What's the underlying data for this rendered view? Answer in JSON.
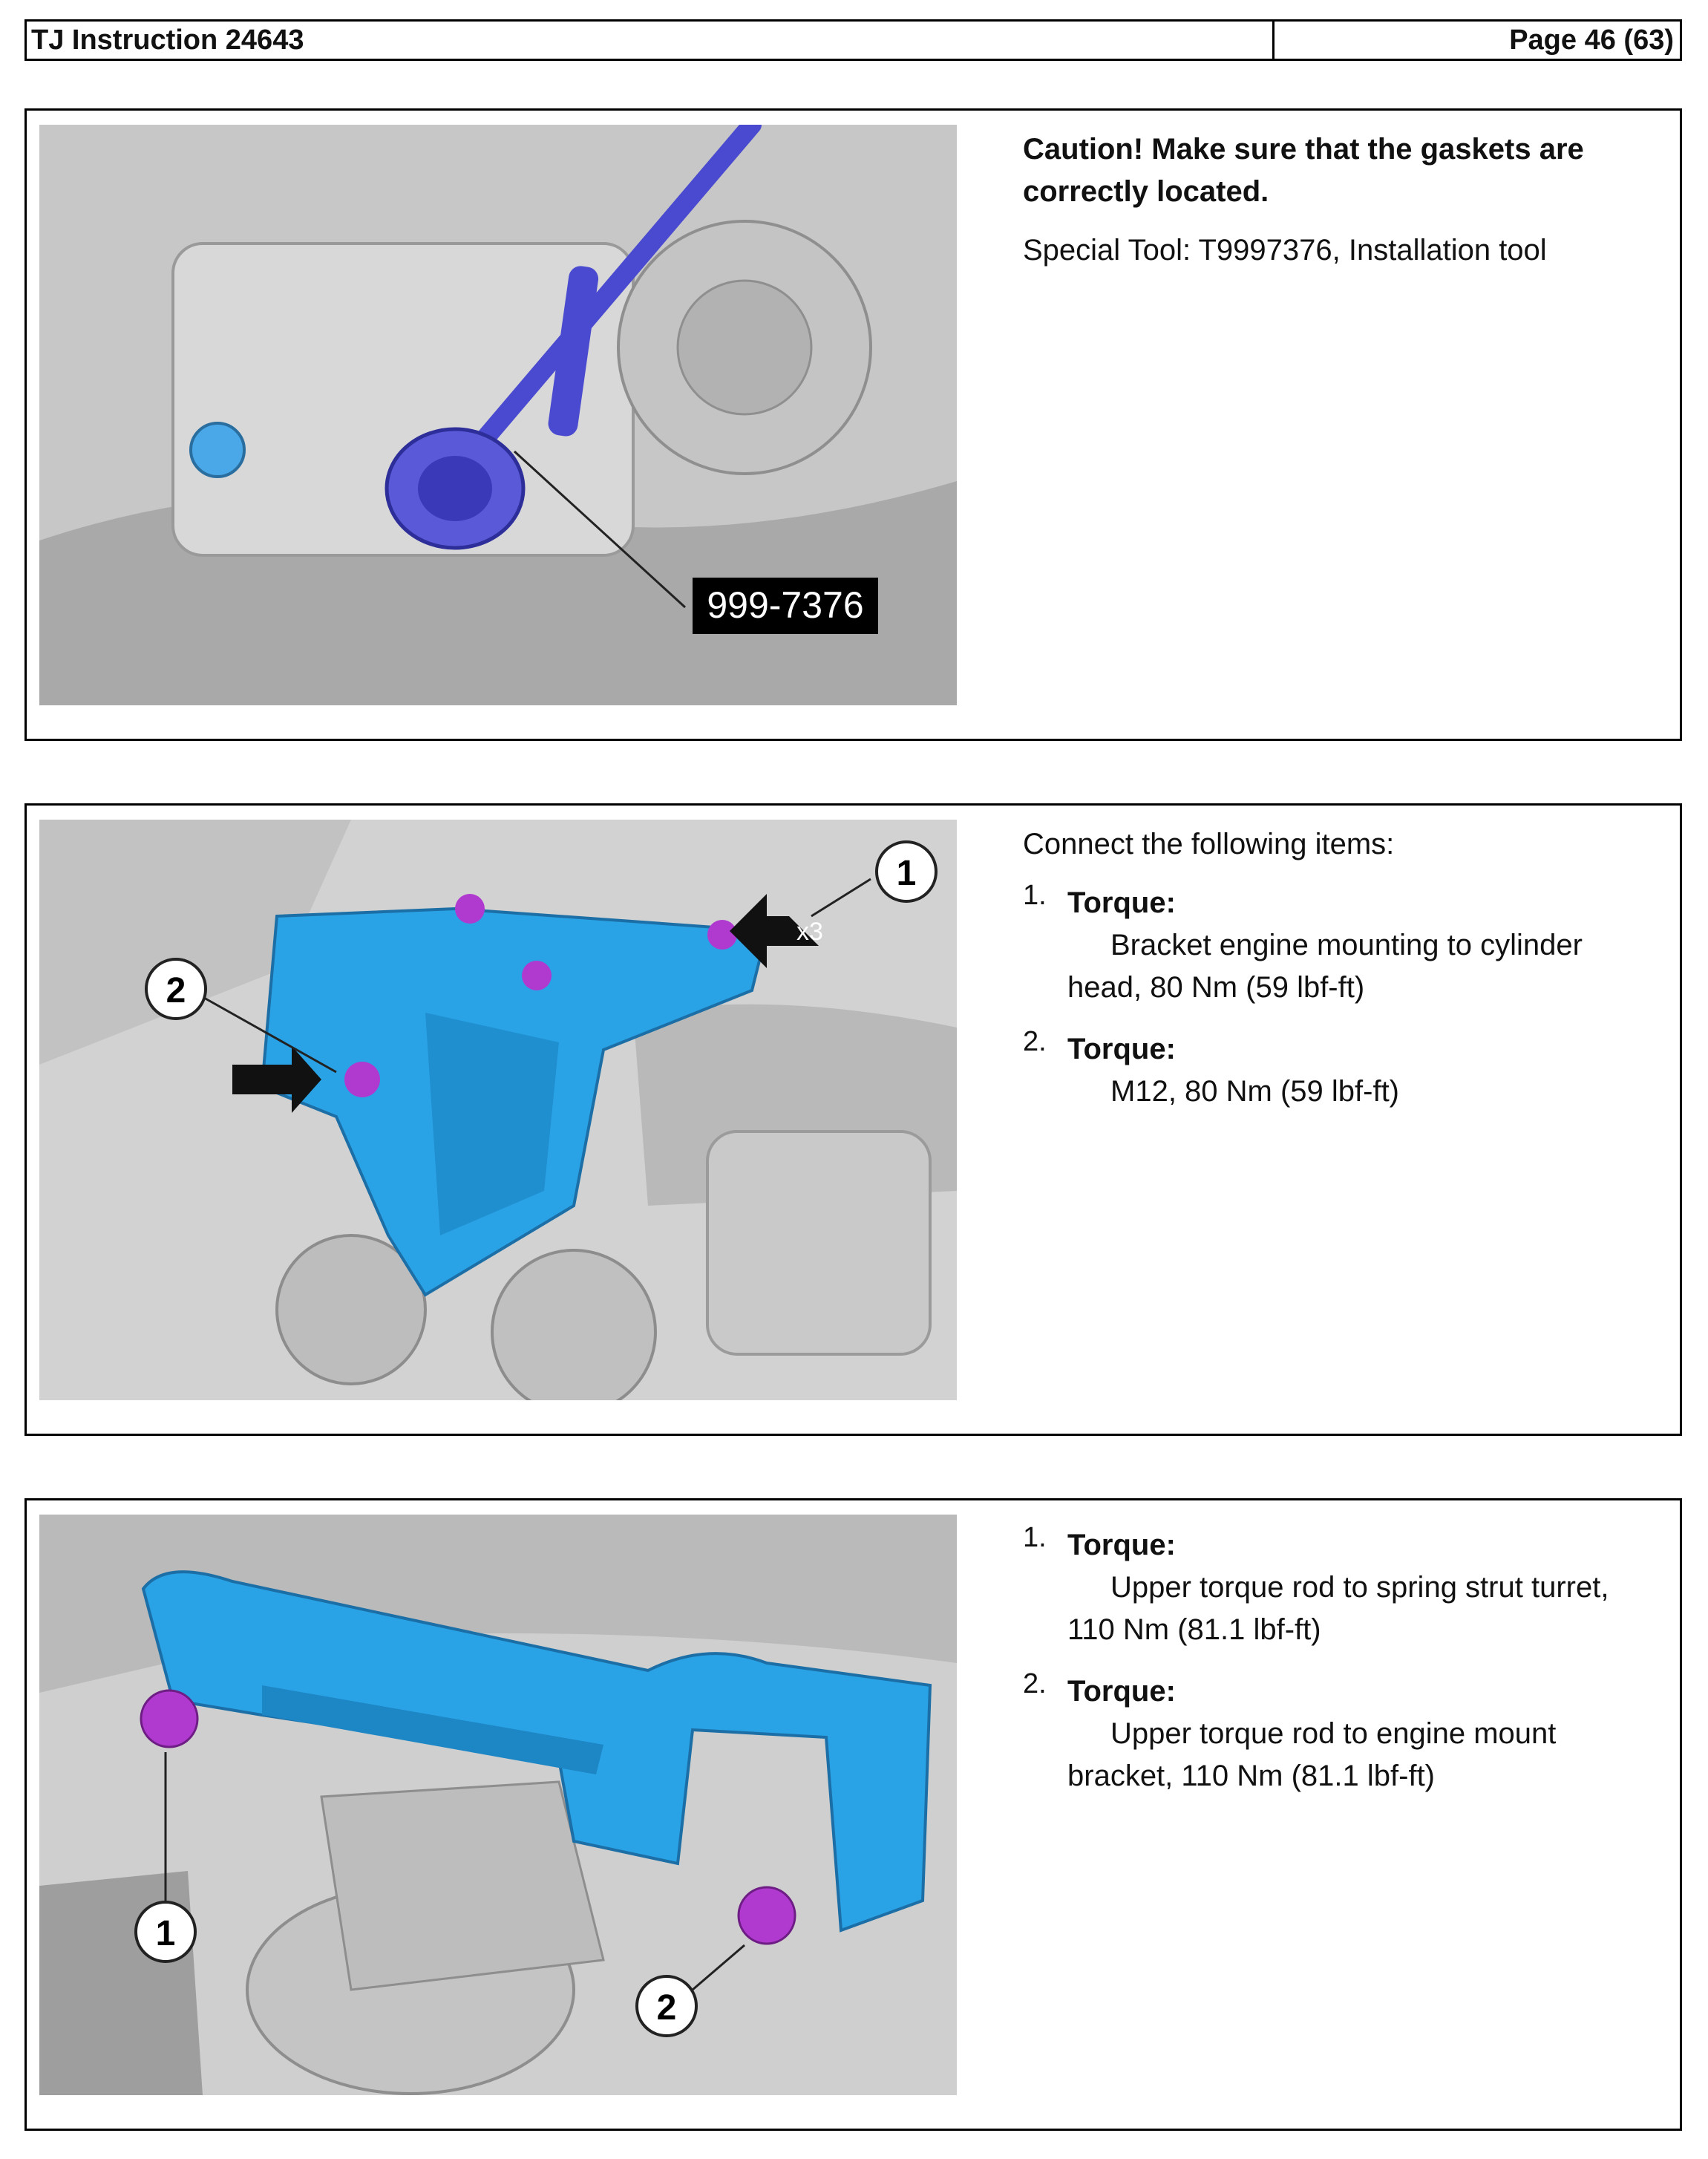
{
  "header": {
    "title": "TJ Instruction 24643",
    "page": "Page 46 (63)"
  },
  "steps": [
    {
      "caution": "Caution!  Make sure that the gaskets are correctly located.",
      "special_tool": "Special Tool: T9997376, Installation tool",
      "figure": {
        "tool_label": "999-7376"
      }
    },
    {
      "intro": "Connect the following items:",
      "items": [
        {
          "num": "1.",
          "label": "Torque:",
          "value": "Bracket engine mounting to cylinder head,  80 Nm (59 lbf-ft)"
        },
        {
          "num": "2.",
          "label": "Torque:",
          "value": "M12,  80 Nm (59 lbf-ft)"
        }
      ],
      "figure": {
        "callout_1": "1",
        "callout_2": "2",
        "multiplier": "x3"
      }
    },
    {
      "items": [
        {
          "num": "1.",
          "label": "Torque:",
          "value": "Upper torque rod to spring strut turret, 110 Nm  (81.1 lbf-ft)"
        },
        {
          "num": "2.",
          "label": "Torque:",
          "value": "Upper torque rod to engine mount bracket,  110 Nm (81.1 lbf-ft)"
        }
      ],
      "figure": {
        "callout_1": "1",
        "callout_2": "2"
      }
    }
  ],
  "colors": {
    "tool_blue": "#4a4ad0",
    "part_blue": "#2aa3e6",
    "bolt_magenta": "#b03ad0",
    "engine_gray": "#c8c8c8"
  }
}
